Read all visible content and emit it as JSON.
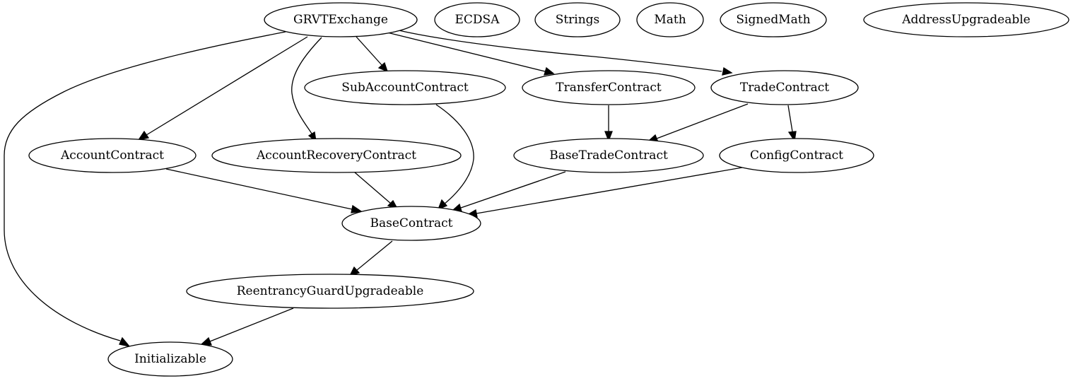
{
  "diagram": {
    "nodes": [
      {
        "id": "GRVTExchange",
        "label": "GRVTExchange"
      },
      {
        "id": "ECDSA",
        "label": "ECDSA"
      },
      {
        "id": "Strings",
        "label": "Strings"
      },
      {
        "id": "Math",
        "label": "Math"
      },
      {
        "id": "SignedMath",
        "label": "SignedMath"
      },
      {
        "id": "AddressUpgradeable",
        "label": "AddressUpgradeable"
      },
      {
        "id": "SubAccountContract",
        "label": "SubAccountContract"
      },
      {
        "id": "TransferContract",
        "label": "TransferContract"
      },
      {
        "id": "TradeContract",
        "label": "TradeContract"
      },
      {
        "id": "AccountContract",
        "label": "AccountContract"
      },
      {
        "id": "AccountRecoveryContract",
        "label": "AccountRecoveryContract"
      },
      {
        "id": "BaseTradeContract",
        "label": "BaseTradeContract"
      },
      {
        "id": "ConfigContract",
        "label": "ConfigContract"
      },
      {
        "id": "BaseContract",
        "label": "BaseContract"
      },
      {
        "id": "ReentrancyGuardUpgradeable",
        "label": "ReentrancyGuardUpgradeable"
      },
      {
        "id": "Initializable",
        "label": "Initializable"
      }
    ],
    "edges": [
      {
        "from": "GRVTExchange",
        "to": "SubAccountContract"
      },
      {
        "from": "GRVTExchange",
        "to": "TransferContract"
      },
      {
        "from": "GRVTExchange",
        "to": "TradeContract"
      },
      {
        "from": "GRVTExchange",
        "to": "AccountContract"
      },
      {
        "from": "GRVTExchange",
        "to": "AccountRecoveryContract"
      },
      {
        "from": "GRVTExchange",
        "to": "Initializable"
      },
      {
        "from": "SubAccountContract",
        "to": "BaseContract"
      },
      {
        "from": "TransferContract",
        "to": "BaseTradeContract"
      },
      {
        "from": "TradeContract",
        "to": "BaseTradeContract"
      },
      {
        "from": "TradeContract",
        "to": "ConfigContract"
      },
      {
        "from": "AccountContract",
        "to": "BaseContract"
      },
      {
        "from": "AccountRecoveryContract",
        "to": "BaseContract"
      },
      {
        "from": "BaseTradeContract",
        "to": "BaseContract"
      },
      {
        "from": "ConfigContract",
        "to": "BaseContract"
      },
      {
        "from": "BaseContract",
        "to": "ReentrancyGuardUpgradeable"
      },
      {
        "from": "ReentrancyGuardUpgradeable",
        "to": "Initializable"
      }
    ]
  }
}
